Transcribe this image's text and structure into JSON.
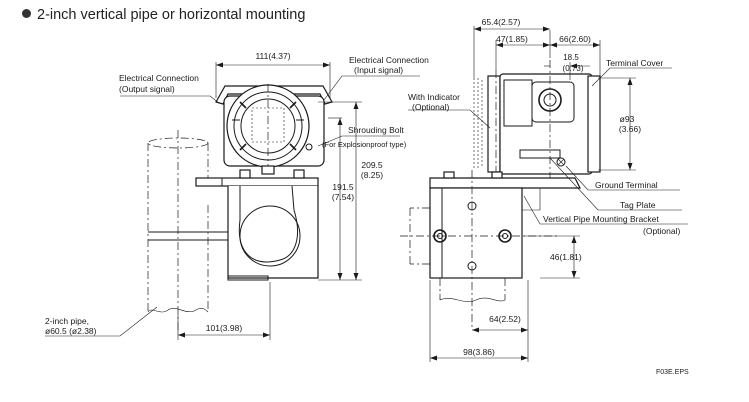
{
  "title": "2-inch vertical pipe or horizontal mounting",
  "labels": {
    "elec_conn_out": "Electrical Connection",
    "elec_conn_out_sub": "(Output signal)",
    "elec_conn_in": "Electrical Connection",
    "elec_conn_in_sub": "(Input signal)",
    "with_indicator": "With Indicator",
    "with_indicator_sub": "(Optional)",
    "shrouding_bolt": "Shrouding Bolt",
    "shrouding_bolt_sub": "(For Explosionproof type)",
    "terminal_cover": "Terminal Cover",
    "ground_terminal": "Ground Terminal",
    "tag_plate": "Tag Plate",
    "vertical_pipe_bracket": "Vertical Pipe Mounting Bracket",
    "vertical_pipe_bracket_sub": "(Optional)",
    "pipe": "2-inch pipe,",
    "pipe_sub": "ø60.5 (ø2.38)",
    "figure_id": "F03E.EPS"
  },
  "dimensions": {
    "d111": "111(4.37)",
    "d209": "209.5",
    "d209_in": "(8.25)",
    "d191": "191.5",
    "d191_in": "(7.54)",
    "d101": "101(3.98)",
    "d65": "65.4(2.57)",
    "d47": "47(1.85)",
    "d66": "66(2.60)",
    "d18": "18.5",
    "d18_in": "(0.73)",
    "d93": "ø93",
    "d93_in": "(3.66)",
    "d46": "46(1.81)",
    "d64": "64(2.52)",
    "d98": "98(3.86)"
  }
}
